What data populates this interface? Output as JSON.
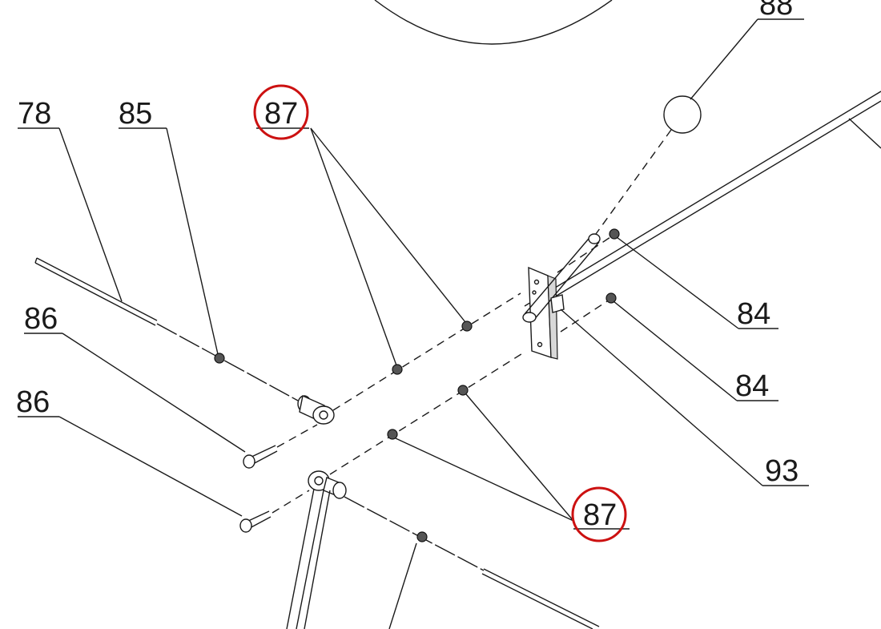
{
  "labels": {
    "p78": "78",
    "p85": "85",
    "p87_top": "87",
    "p88": "88",
    "p84_upper": "84",
    "p84_lower": "84",
    "p86_upper": "86",
    "p86_lower": "86",
    "p93": "93",
    "p87_bottom": "87"
  },
  "colors": {
    "highlight": "#cc1111",
    "ink": "#1a1a1a"
  }
}
